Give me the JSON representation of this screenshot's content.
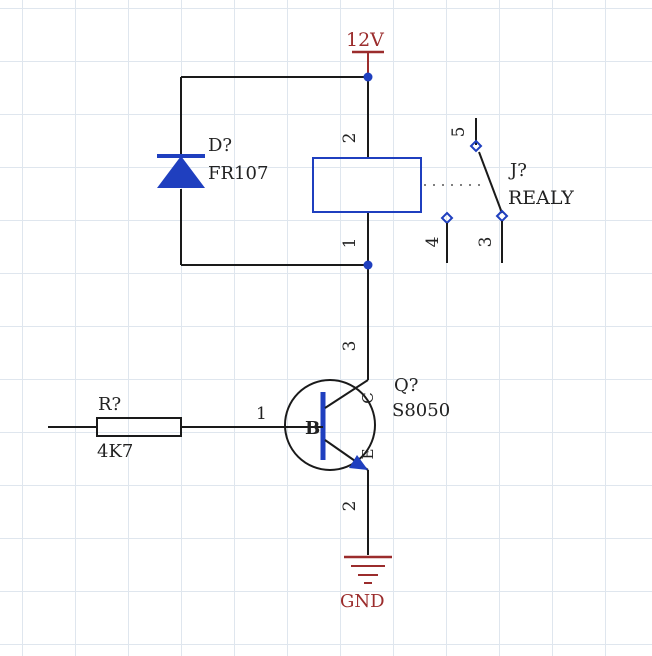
{
  "colors": {
    "wire": "#1a1a1a",
    "power": "#9b2c2c",
    "component_blue": "#1f3fbf",
    "text": "#222222",
    "grid": "#dfe6ee"
  },
  "power": {
    "supply_label": "12V",
    "ground_label": "GND"
  },
  "diode": {
    "designator": "D?",
    "value": "FR107"
  },
  "relay": {
    "designator": "J?",
    "value": "REALY",
    "coil_pin_top": "2",
    "coil_pin_bottom": "1",
    "contact_pin_common": "5",
    "contact_pin_nc": "4",
    "contact_pin_no": "3"
  },
  "transistor": {
    "designator": "Q?",
    "value": "S8050",
    "base_letter": "B",
    "collector_letter": "C",
    "emitter_letter": "E",
    "pin_base": "1",
    "pin_collector": "3",
    "pin_emitter": "2"
  },
  "resistor": {
    "designator": "R?",
    "value": "4K7"
  }
}
